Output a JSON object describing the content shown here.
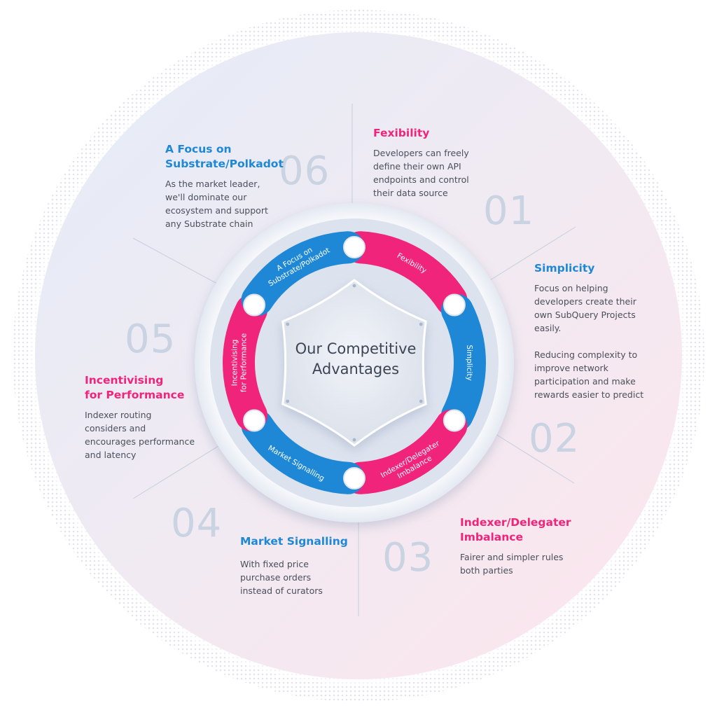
{
  "center": {
    "line1": "Our Competitive",
    "line2": "Advantages"
  },
  "colors": {
    "blue": "#1f88d6",
    "pink": "#f0247a",
    "number": "#c9d3e2",
    "text": "#4a4f5c"
  },
  "items": [
    {
      "number": "01",
      "color": "pink",
      "title": [
        "Fexibility"
      ],
      "ring_label": [
        "Fexibility"
      ],
      "desc": [
        "Developers can freely",
        "define their own API",
        "endpoints and control",
        "their data source"
      ]
    },
    {
      "number": "02",
      "color": "blue",
      "title": [
        "Simplicity"
      ],
      "ring_label": [
        "Simplicity"
      ],
      "desc": [
        "Focus on helping",
        "developers create their",
        "own SubQuery Projects",
        "easily.",
        "",
        "Reducing complexity to",
        "improve network",
        "participation and make",
        "rewards easier to predict"
      ]
    },
    {
      "number": "03",
      "color": "pink",
      "title": [
        "Indexer/Delegater",
        "Imbalance"
      ],
      "ring_label": [
        "Indexer/Delegater",
        "Imbalance"
      ],
      "desc": [
        "Fairer and simpler rules",
        "both parties"
      ]
    },
    {
      "number": "04",
      "color": "blue",
      "title": [
        "Market Signalling"
      ],
      "ring_label": [
        "Market Signalling"
      ],
      "desc": [
        "With fixed price",
        "purchase orders",
        "instead of curators"
      ]
    },
    {
      "number": "05",
      "color": "pink",
      "title": [
        "Incentivising",
        "for Performance"
      ],
      "ring_label": [
        "Incentivising",
        "for Performance"
      ],
      "desc": [
        "Indexer routing",
        "considers and",
        "encourages performance",
        "and latency"
      ]
    },
    {
      "number": "06",
      "color": "blue",
      "title": [
        "A Focus on",
        "Substrate/Polkadot"
      ],
      "ring_label": [
        "A Focus on",
        "Substrate/Polkadot"
      ],
      "desc": [
        "As the market leader,",
        "we'll dominate our",
        "ecosystem and support",
        "any Substrate chain"
      ]
    }
  ]
}
